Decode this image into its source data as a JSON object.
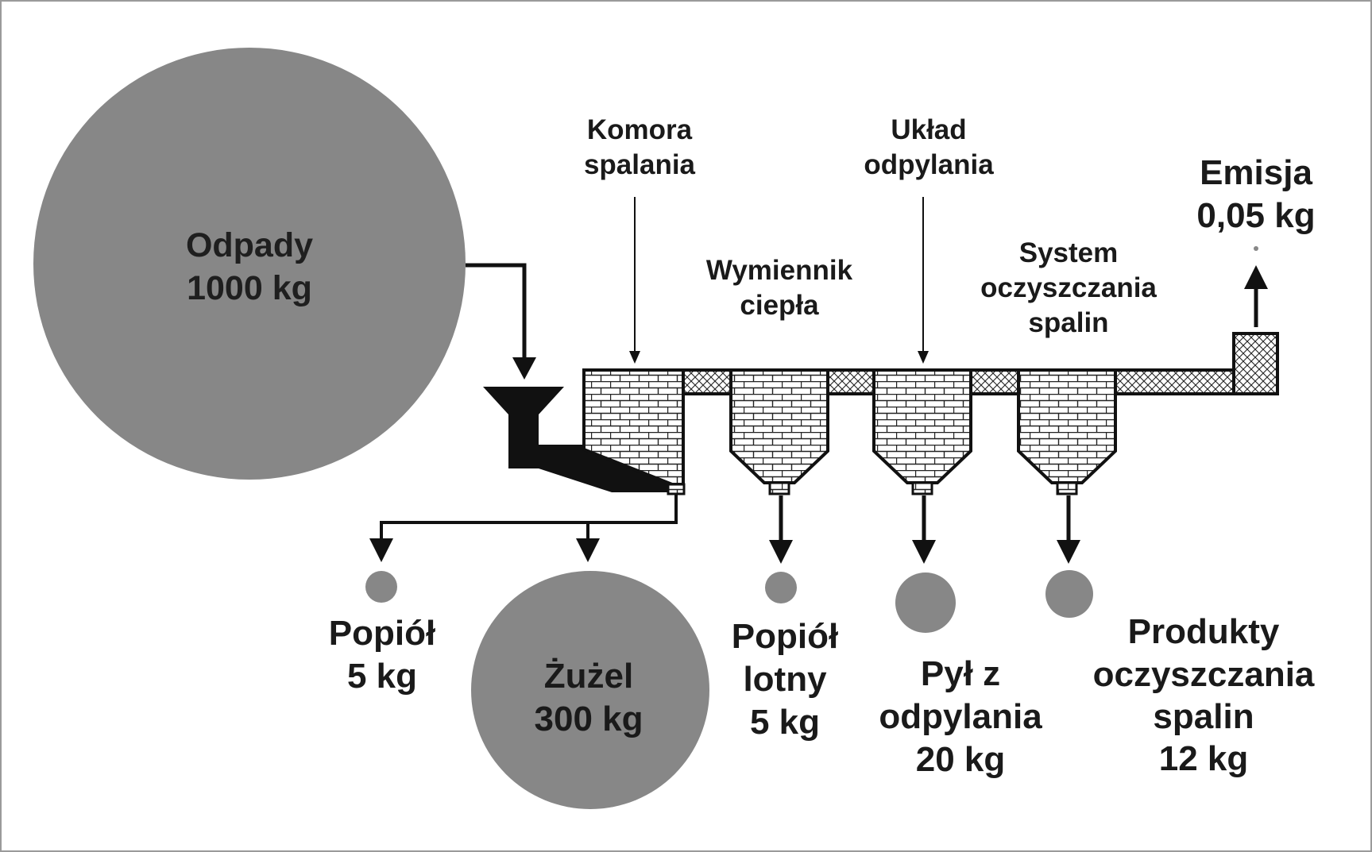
{
  "diagram": {
    "input": {
      "name": "Odpady",
      "mass": "1000 kg"
    },
    "units": [
      {
        "id": "komora",
        "lines": [
          "Komora",
          "spalania"
        ]
      },
      {
        "id": "wymiennik",
        "lines": [
          "Wymiennik",
          "ciepła"
        ]
      },
      {
        "id": "odpylanie",
        "lines": [
          "Układ",
          "odpylania"
        ]
      },
      {
        "id": "oczyszczanie",
        "lines": [
          "System",
          "oczyszczania",
          "spalin"
        ]
      }
    ],
    "emission": {
      "lines": [
        "Emisja",
        "0,05 kg"
      ]
    },
    "outputs": [
      {
        "id": "popiol",
        "lines": [
          "Popiół",
          "5 kg"
        ]
      },
      {
        "id": "zuzel",
        "lines": [
          "Żużel",
          "300 kg"
        ]
      },
      {
        "id": "popiol-lotny",
        "lines": [
          "Popiół",
          "lotny",
          "5 kg"
        ]
      },
      {
        "id": "pyl",
        "lines": [
          "Pył z",
          "odpylania",
          "20 kg"
        ]
      },
      {
        "id": "produkty",
        "lines": [
          "Produkty",
          "oczyszczania",
          "spalin",
          "12 kg"
        ]
      }
    ],
    "colors": {
      "circle": "#878787",
      "line": "#111111",
      "background": "#ffffff",
      "frame": "#9a9a9a"
    }
  }
}
